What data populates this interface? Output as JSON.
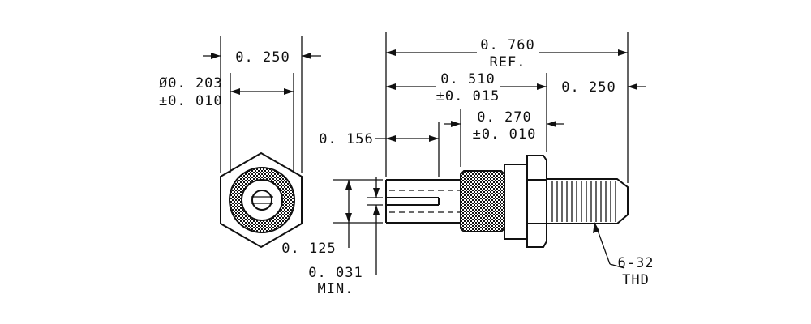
{
  "dimensions": {
    "hex_width": "0. 250",
    "hole_diameter": "Ø0. 203",
    "hole_tolerance": "±0. 010",
    "overall_length": "0. 760",
    "overall_note": "REF.",
    "body_length": "0. 510",
    "body_tolerance": "±0. 015",
    "thread_length": "0. 250",
    "collar_length": "0. 270",
    "collar_tolerance": "±0. 010",
    "slot_length": "0. 156",
    "slot_width": "0. 125",
    "slot_gap": "0. 031",
    "slot_gap_note": "MIN."
  },
  "thread": {
    "size": "6-32",
    "note": "THD"
  },
  "colors": {
    "ink": "#111111",
    "paper": "#ffffff"
  }
}
